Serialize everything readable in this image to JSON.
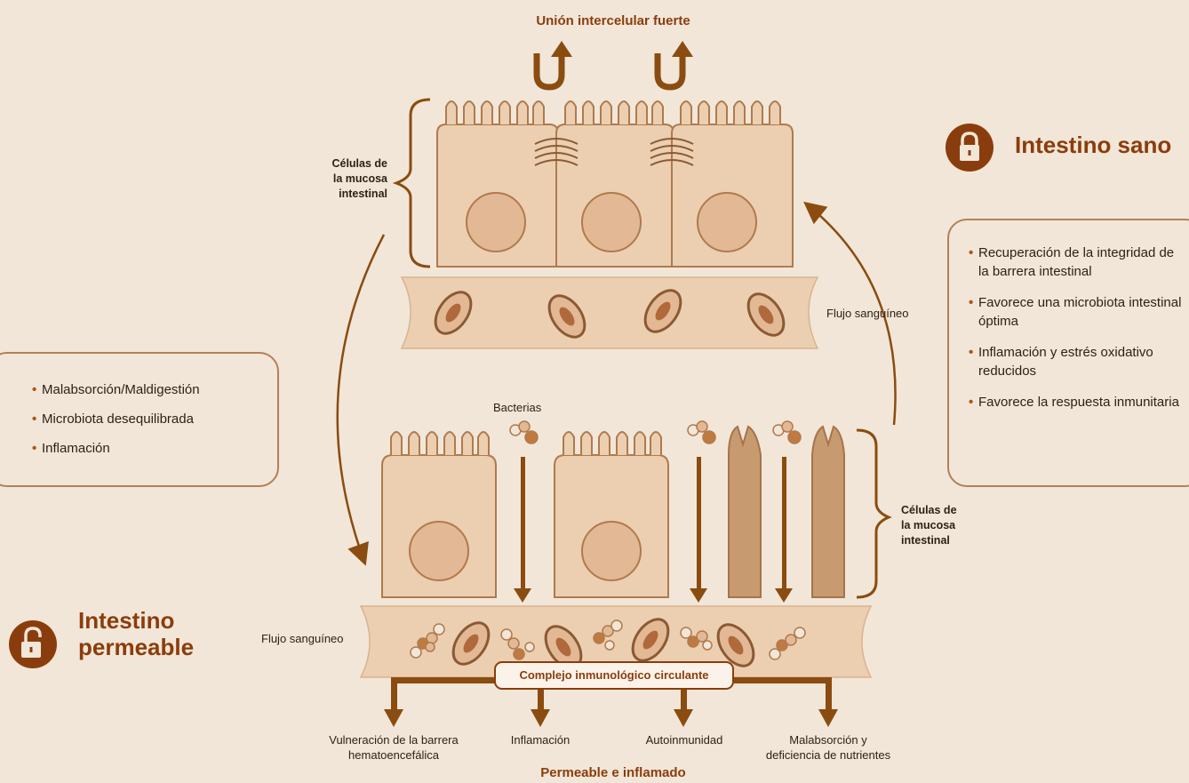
{
  "top_title": "Unión intercelular fuerte",
  "bottom_title": "Permeable e inflamado",
  "healthy": {
    "title": "Intestino sano",
    "items": [
      "Recuperación de la integridad de la barrera intestinal",
      "Favorece una microbiota intestinal óptima",
      "Inflamación y estrés oxidativo reducidos",
      "Favorece la respuesta inmunitaria"
    ]
  },
  "leaky": {
    "title_line1": "Intestino",
    "title_line2": "permeable",
    "items": [
      "Malabsorción/Maldigestión",
      "Microbiota desequilibrada",
      "Inflamación"
    ]
  },
  "labels": {
    "cells_top_1": "Células de",
    "cells_top_2": "la mucosa",
    "cells_top_3": "intestinal",
    "cells_bottom_1": "Células de",
    "cells_bottom_2": "la mucosa",
    "cells_bottom_3": "intestinal",
    "blood_flow_top": "Flujo sanguíneo",
    "blood_flow_bottom": "Flujo sanguíneo",
    "bacteria": "Bacterias",
    "immune_complex": "Complejo inmunológico circulante"
  },
  "outcomes": [
    {
      "line1": "Vulneración de la barrera",
      "line2": "hematoencefálica"
    },
    {
      "line1": "Inflamación",
      "line2": ""
    },
    {
      "line1": "Autoinmunidad",
      "line2": ""
    },
    {
      "line1": "Malabsorción y",
      "line2": "deficiencia de nutrientes"
    }
  ],
  "colors": {
    "background": "#f2e6d8",
    "cell_fill": "#ebcfb0",
    "cell_stroke": "#b07a4e",
    "damaged_cell": "#c89a70",
    "arrow_brown": "#8a4c10",
    "title_brown": "#8a3d0c"
  }
}
